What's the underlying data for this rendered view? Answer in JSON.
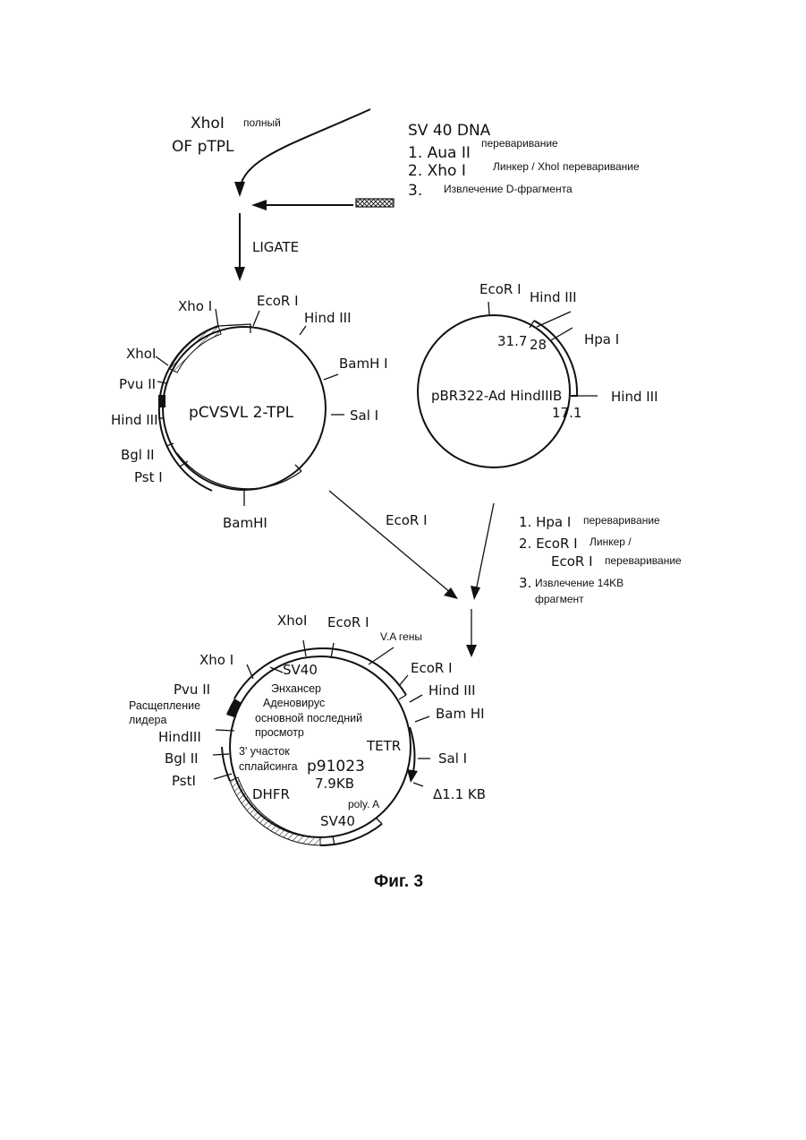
{
  "top": {
    "xho_label": "XhoI",
    "polny": "полный",
    "ofptpl": "OF pTPL",
    "sv40_dna": "SV 40 DNA",
    "step1_enzyme": "1. Aua II",
    "step1_action": "переваривание",
    "step2_enzyme": "2. Xho I",
    "step2_action": "Линкер / XhoI переваривание",
    "step3_num": "3.",
    "step3_action": "Извлечение D-фрагмента",
    "ligate": "LIGATE"
  },
  "plasmid1": {
    "name": "pCVSVL 2-TPL",
    "sites": {
      "xhoi_top": "Xho I",
      "ecori": "EcoR I",
      "hindiii": "Hind III",
      "bamhi_right": "BamH I",
      "sali": "Sal I",
      "bamhi_bottom": "BamHI",
      "psti": "Pst I",
      "bglii": "Bgl II",
      "hindiii_left": "Hind III",
      "pvuii": "Pvu II",
      "xhoi_left": "XhoI"
    }
  },
  "plasmid2": {
    "name": "pBR322-Ad HindIIIB",
    "sites": {
      "ecori": "EcoR I",
      "hindiii_top": "Hind III",
      "hpai": "Hpa I",
      "hindiii_right": "Hind III"
    },
    "coords": {
      "c317": "31.7",
      "c28": "28",
      "c171": "17.1"
    }
  },
  "middle": {
    "ecori_arrow": "EcoR I",
    "s1_enzyme": "1. Hpa I",
    "s1_action": "переваривание",
    "s2_enzyme": "2. EcoR I",
    "s2_action": "Линкер /",
    "s2_enzyme_b": "EcoR I",
    "s2_action_b": "переваривание",
    "s3_num": "3.",
    "s3_action": "Извлечение 14KB",
    "s3_action_b": "фрагмент"
  },
  "plasmid3": {
    "name": "p91023",
    "size": "7.9KB",
    "sites": {
      "xhoi_top": "XhoI",
      "ecori_top": "EcoR I",
      "va_genes": "V.A гены",
      "ecori_right": "EcoR I",
      "hindiii_right": "Hind III",
      "bamhi": "Bam HI",
      "sali": "Sal I",
      "delta": "Δ1.1 KB",
      "xhoi_left": "Xho I",
      "pvuii": "Pvu II",
      "split1": "Расщепление",
      "split2": "лидера",
      "hindiii_left": "HindIII",
      "bglii": "Bgl II",
      "psti": "PstI"
    },
    "inner": {
      "sv40_top": "SV40",
      "enh": "Энхансер",
      "adeno": "Аденовирус",
      "late1": "основной последний",
      "late2": "просмотр",
      "spl1": "3' участок",
      "spl2": "сплайсинга",
      "tetr": "TETR",
      "dhfr": "DHFR",
      "polya": "poly. A",
      "sv40_bottom": "SV40"
    }
  },
  "caption": "Фиг. 3"
}
